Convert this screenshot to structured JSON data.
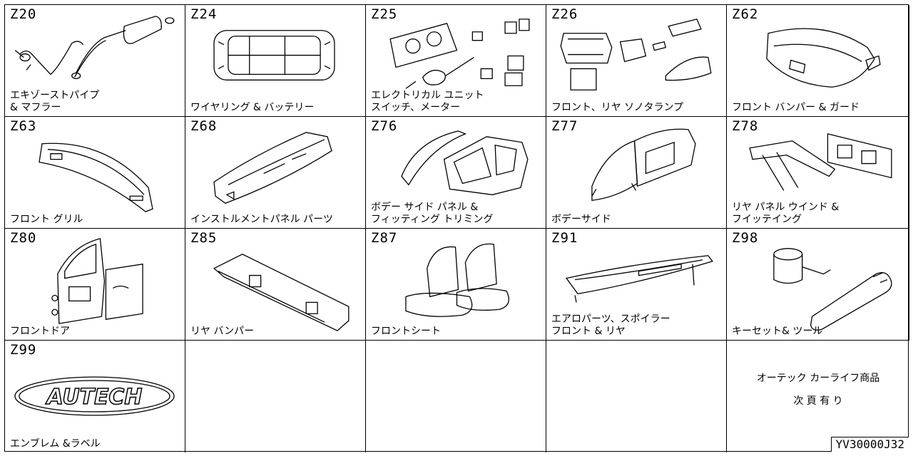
{
  "cells": [
    {
      "code": "Z20",
      "label": "エキゾーストパイプ\n& マフラー",
      "icon": "exhaust-muffler-icon"
    },
    {
      "code": "Z24",
      "label": "ワイヤリング & バッテリー",
      "icon": "wiring-harness-icon"
    },
    {
      "code": "Z25",
      "label": "エレクトリカル ユニット\nスイッチ、メーター",
      "icon": "meter-switch-icon"
    },
    {
      "code": "Z26",
      "label": "フロント、リヤ ソノタランプ",
      "icon": "lamp-icon"
    },
    {
      "code": "Z62",
      "label": "フロント バンパー & ガード",
      "icon": "front-bumper-icon"
    },
    {
      "code": "Z63",
      "label": "フロント グリル",
      "icon": "front-grille-icon"
    },
    {
      "code": "Z68",
      "label": "インストルメントパネル パーツ",
      "icon": "instrument-panel-icon"
    },
    {
      "code": "Z76",
      "label": "ボデー サイド パネル &\nフィッティング トリミング",
      "icon": "body-side-panel-icon"
    },
    {
      "code": "Z77",
      "label": "ボデーサイド",
      "icon": "body-side-icon"
    },
    {
      "code": "Z78",
      "label": "リヤ パネル ウインド &\nフイッテイング",
      "icon": "rear-panel-icon"
    },
    {
      "code": "Z80",
      "label": "フロントドア",
      "icon": "front-door-icon"
    },
    {
      "code": "Z85",
      "label": "リヤ バンパー",
      "icon": "rear-bumper-icon"
    },
    {
      "code": "Z87",
      "label": "フロントシート",
      "icon": "front-seat-icon"
    },
    {
      "code": "Z91",
      "label": "エアロパーツ、スポイラー\nフロント & リヤ",
      "icon": "spoiler-icon"
    },
    {
      "code": "Z98",
      "label": "キーセット& ツール",
      "icon": "key-tool-icon"
    },
    {
      "code": "Z99",
      "label": "エンブレム &ラベル",
      "icon": "emblem-icon",
      "emblem_text": "AUTECH"
    }
  ],
  "note": {
    "line1": "オーテック カーライフ商品",
    "line2": "次 頁 有 り"
  },
  "doc_id": "YV30000J32"
}
